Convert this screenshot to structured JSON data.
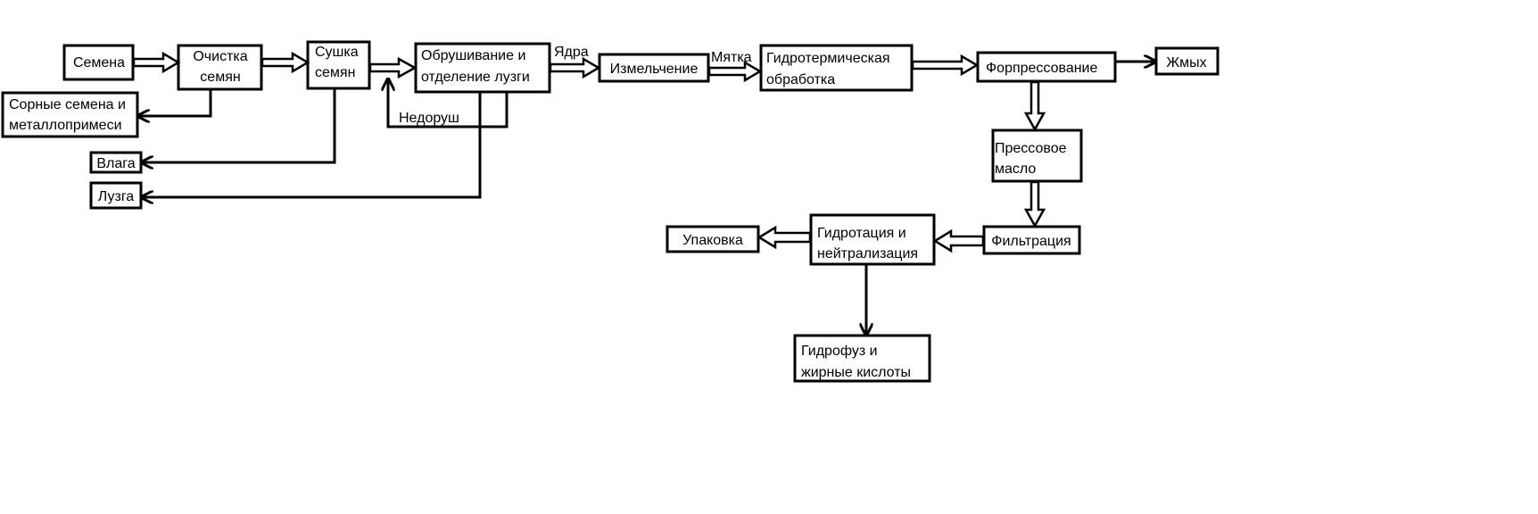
{
  "nodes": {
    "semena": "Семена",
    "ochistka": [
      "Очистка",
      "семян"
    ],
    "sushka": [
      "Сушка",
      "семян"
    ],
    "obrush": [
      "Обрушивание и",
      "отделение лузги"
    ],
    "izmelch": "Измельчение",
    "gidroterm": [
      "Гидротермическая",
      "обработка"
    ],
    "forpress": "Форпрессование",
    "zhmykh": "Жмых",
    "sornye": [
      "Сорные семена и",
      "металлопримеси"
    ],
    "vlaga": "Влага",
    "luzga": "Лузга",
    "press_maslo": [
      "Прессовое",
      "масло"
    ],
    "filtr": "Фильтрация",
    "gidrat": [
      "Гидротация и",
      "нейтрализация"
    ],
    "upakovka": "Упаковка",
    "gidrofuz": [
      "Гидрофуз и",
      "жирные кислоты"
    ]
  },
  "edge_labels": {
    "yadra": "Ядра",
    "myatka": "Мятка",
    "nedorush": "Недоруш"
  }
}
